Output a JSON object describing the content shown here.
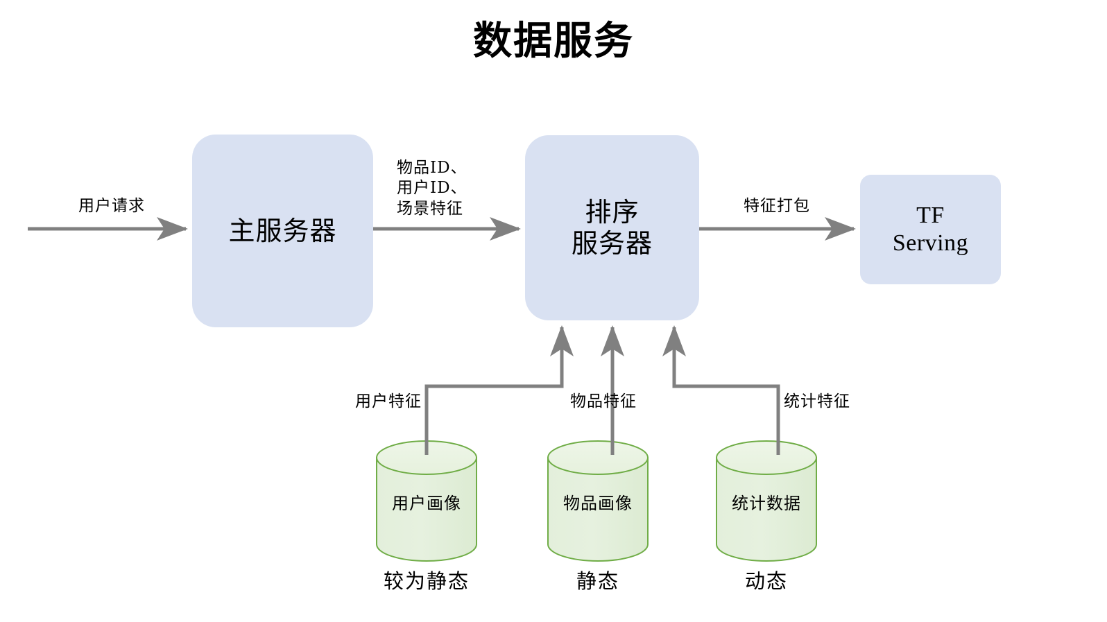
{
  "title": "数据服务",
  "colors": {
    "process_fill": "#d9e1f2",
    "datastore_fill_top": "#eaf4e2",
    "datastore_fill_body": "#e2efda",
    "datastore_stroke": "#70ad47",
    "connector": "#808080",
    "text": "#000000",
    "background": "#ffffff"
  },
  "nodes": {
    "main_server": {
      "label": "主服务器",
      "type": "process"
    },
    "rank_server": {
      "label": "排序\n服务器",
      "type": "process"
    },
    "tf_serving": {
      "label": "TF\nServing",
      "type": "process"
    },
    "user_profile_db": {
      "label": "用户画像",
      "type": "datastore",
      "caption": "较为静态"
    },
    "item_profile_db": {
      "label": "物品画像",
      "type": "datastore",
      "caption": "静态"
    },
    "stats_db": {
      "label": "统计数据",
      "type": "datastore",
      "caption": "动态"
    }
  },
  "edges": {
    "request": {
      "label": "用户请求",
      "from": "client",
      "to": "main_server"
    },
    "ids": {
      "label": "物品ID、\n用户ID、\n场景特征",
      "from": "main_server",
      "to": "rank_server"
    },
    "pack": {
      "label": "特征打包",
      "from": "rank_server",
      "to": "tf_serving"
    },
    "user_feature": {
      "label": "用户特征",
      "from": "user_profile_db",
      "to": "rank_server"
    },
    "item_feature": {
      "label": "物品特征",
      "from": "item_profile_db",
      "to": "rank_server"
    },
    "stat_feature": {
      "label": "统计特征",
      "from": "stats_db",
      "to": "rank_server"
    }
  }
}
